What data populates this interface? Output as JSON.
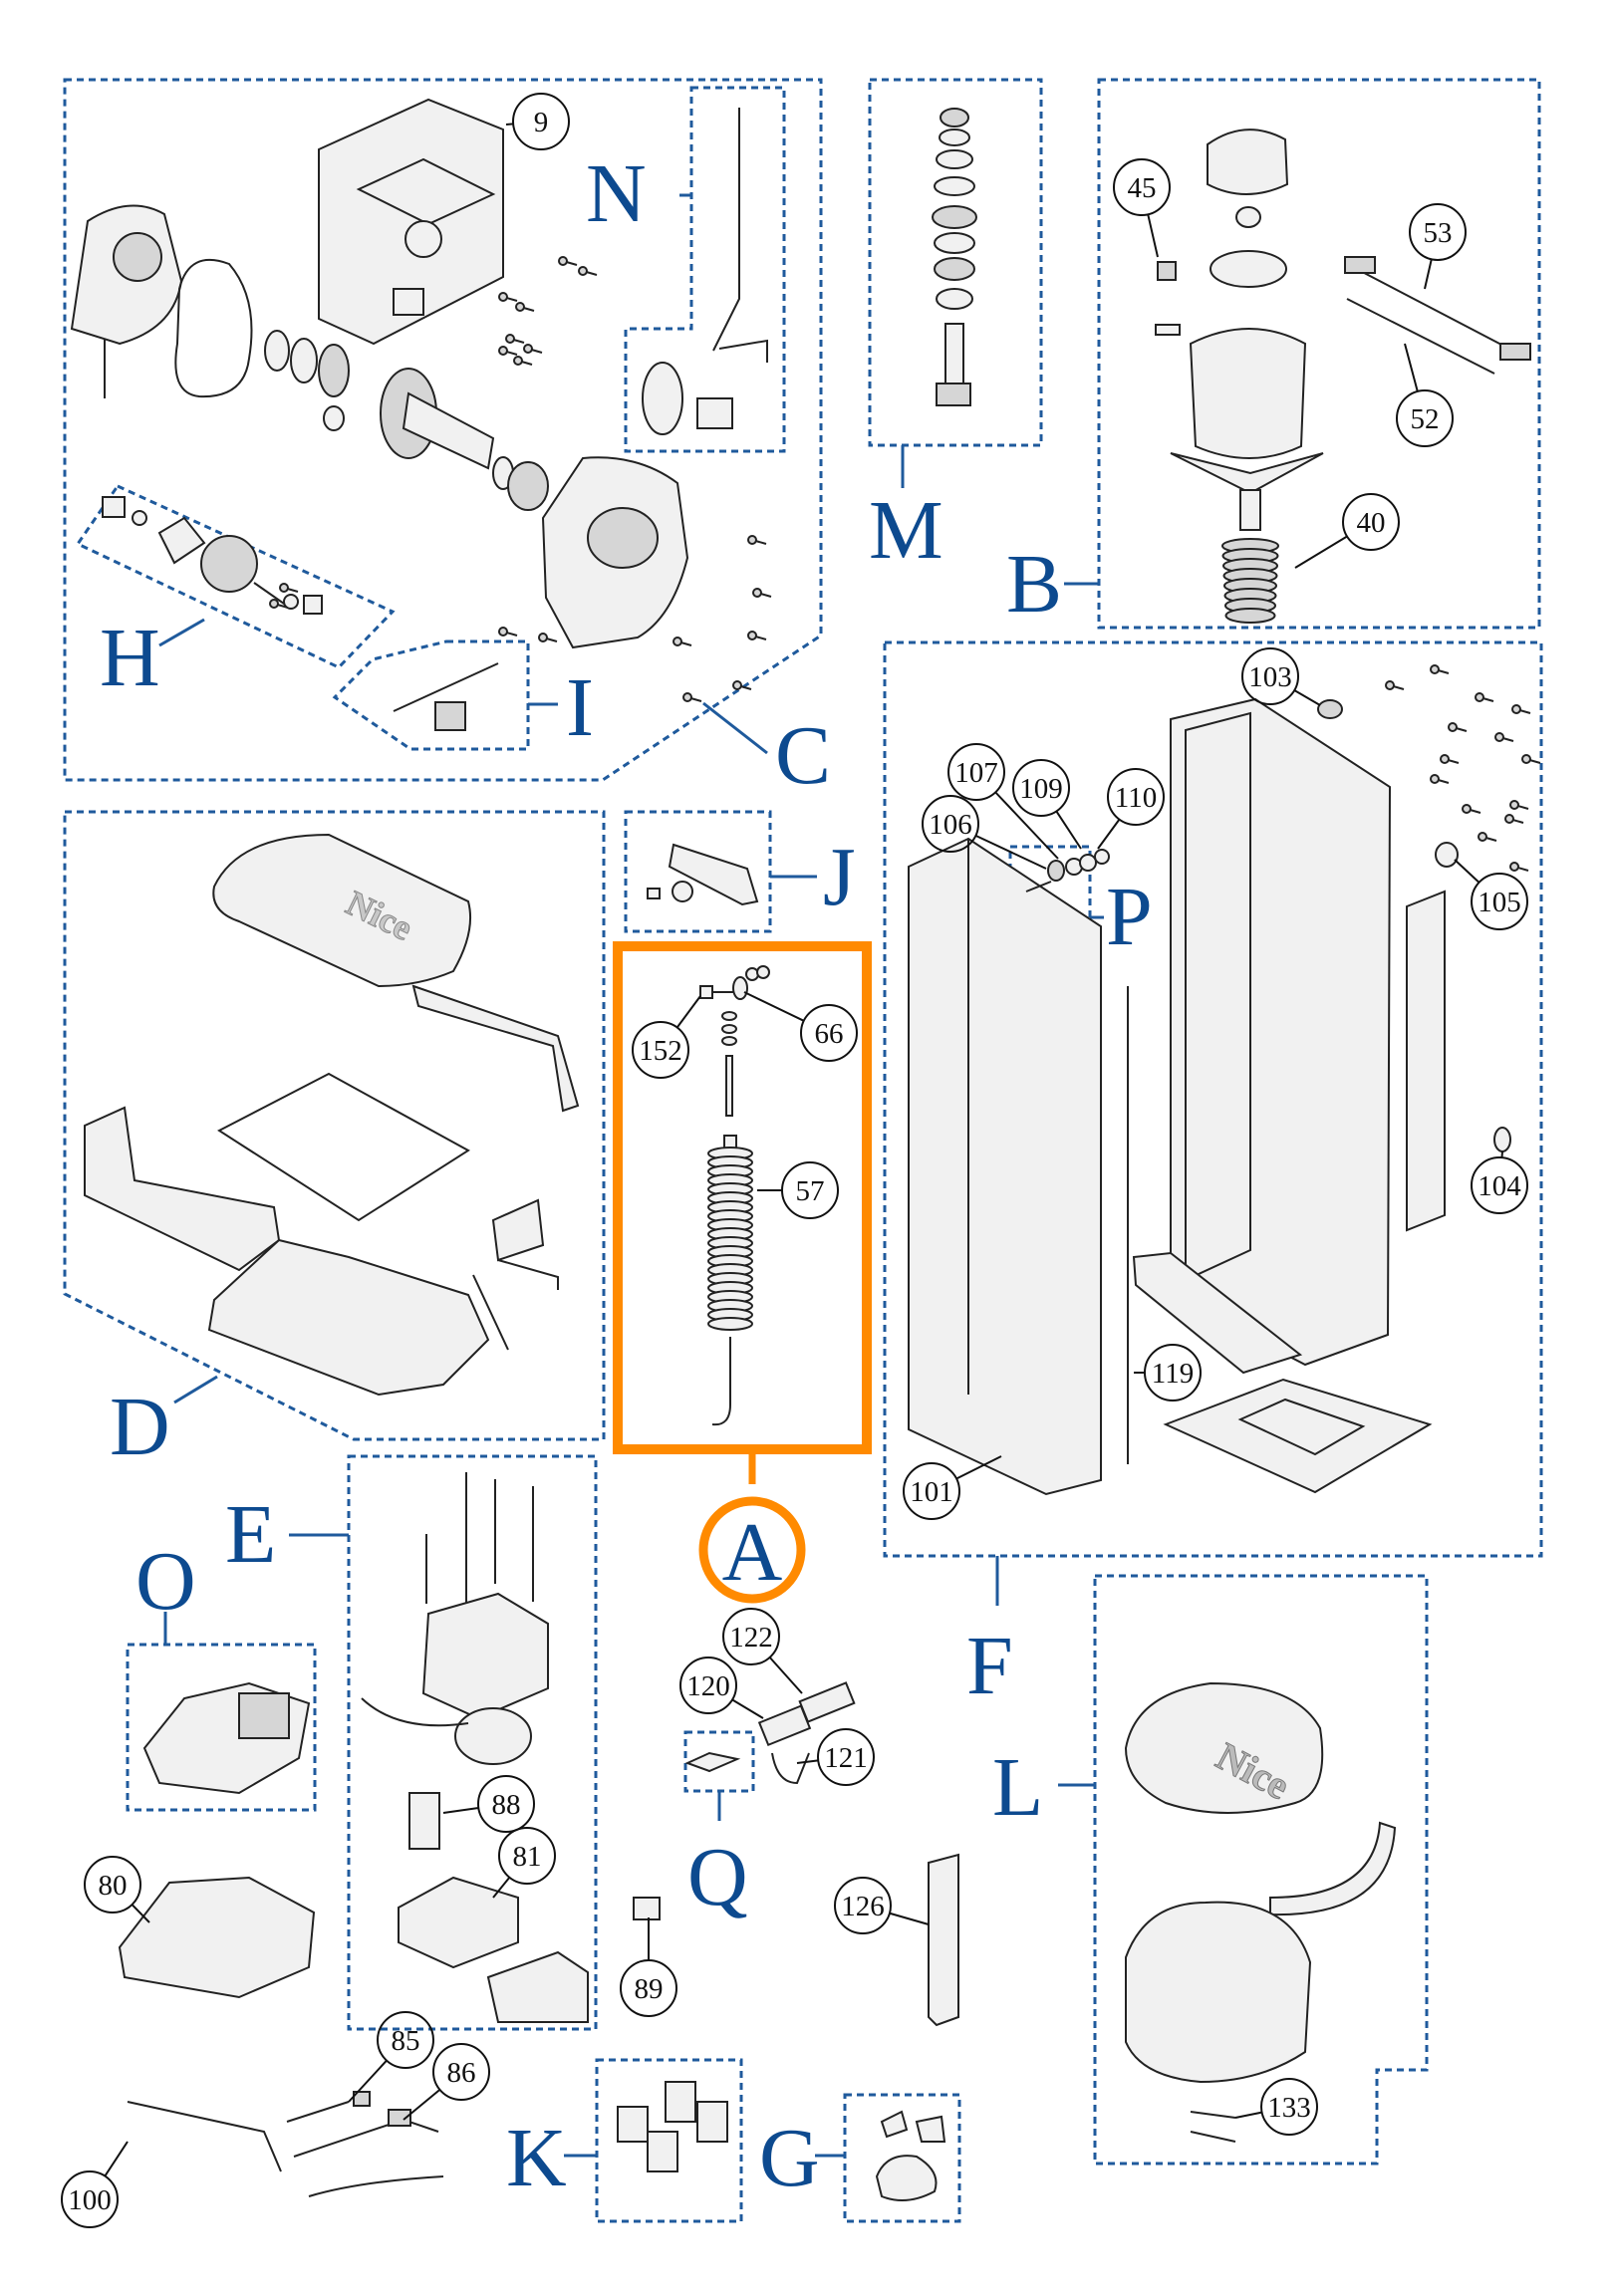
{
  "highlight": {
    "group_letter": "A",
    "color": "#ff8a00"
  },
  "colors": {
    "group_outline": "#1f5a9c",
    "group_letter": "#0d4a8f",
    "highlight": "#ff8a00"
  },
  "groups": {
    "A": "A",
    "B": "B",
    "C": "C",
    "D": "D",
    "E": "E",
    "F": "F",
    "G": "G",
    "H": "H",
    "I": "I",
    "J": "J",
    "K": "K",
    "L": "L",
    "M": "M",
    "N": "N",
    "O": "O",
    "P": "P",
    "Q": "Q"
  },
  "parts": {
    "p9": "9",
    "p40": "40",
    "p45": "45",
    "p52": "52",
    "p53": "53",
    "p57": "57",
    "p66": "66",
    "p80": "80",
    "p81": "81",
    "p85": "85",
    "p86": "86",
    "p88": "88",
    "p89": "89",
    "p100": "100",
    "p101": "101",
    "p103": "103",
    "p104": "104",
    "p105": "105",
    "p106": "106",
    "p107": "107",
    "p109": "109",
    "p110": "110",
    "p119": "119",
    "p120": "120",
    "p121": "121",
    "p122": "122",
    "p126": "126",
    "p133": "133",
    "p152": "152"
  },
  "brand": {
    "cover_logo": "Nice",
    "cap_logo": "Nice"
  }
}
